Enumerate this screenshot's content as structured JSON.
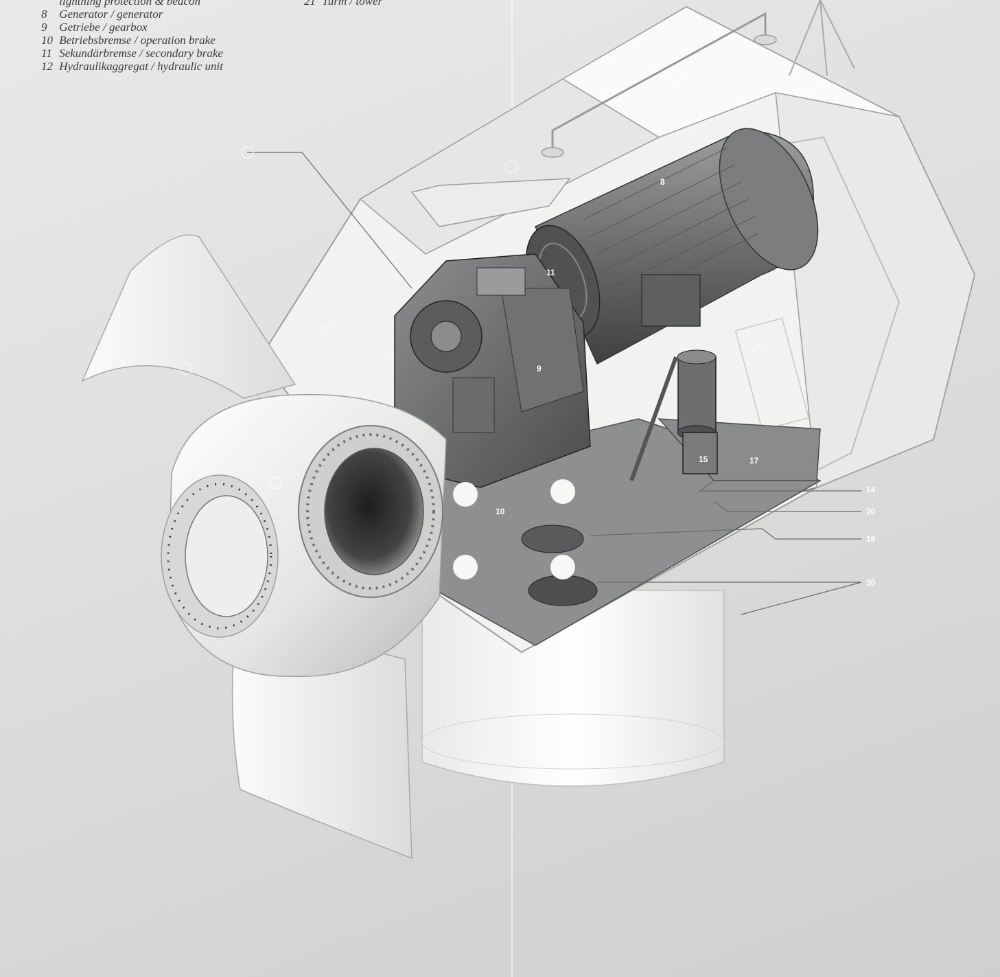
{
  "legend_left": [
    {
      "number": "",
      "text": "lightning protection & beacon"
    },
    {
      "number": "8",
      "text": "Generator / generator"
    },
    {
      "number": "9",
      "text": "Getriebe / gearbox"
    },
    {
      "number": "10",
      "text": "Betriebsbremse / operation brake"
    },
    {
      "number": "11",
      "text": "Sekundärbremse / secondary brake"
    },
    {
      "number": "12",
      "text": "Hydraulikaggregat / hydraulic unit"
    }
  ],
  "legend_right": [
    {
      "number": "21",
      "text": "Turm / tower"
    }
  ],
  "callouts": {
    "c14": "14",
    "c20": "20",
    "c19": "19",
    "c30": "30",
    "c17": "17",
    "c15": "15",
    "c10": "10",
    "c11": "11",
    "c9": "9",
    "c8": "8"
  },
  "colors": {
    "background": "#dededc",
    "housing": "#f4f4f2",
    "machinery": "#6f7072",
    "machinery_dark": "#3f4042",
    "label_text": "#3a3a3a"
  }
}
